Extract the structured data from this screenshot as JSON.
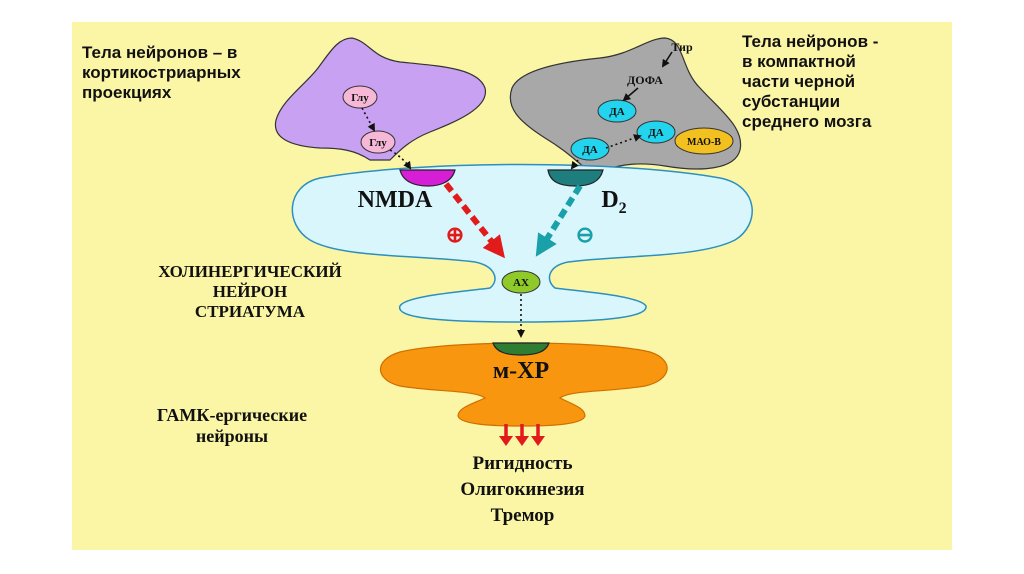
{
  "labels": {
    "cortico_line1": "Тела нейронов – в",
    "cortico_line2": "кортикостриарных",
    "cortico_line3": "проекциях",
    "nigra_line1": "Тела нейронов -",
    "nigra_line2": "в компактной",
    "nigra_line3": "части черной",
    "nigra_line4": "субстанции",
    "nigra_line5": "среднего мозга",
    "cholinergic_line1": "ХОЛИНЕРГИЧЕСКИЙ",
    "cholinergic_line2": "НЕЙРОН",
    "cholinergic_line3": "СТРИАТУМА",
    "gaba_line1": "ГАМК-ергические",
    "gaba_line2": "нейроны",
    "effect_1": "Ригидность",
    "effect_2": "Олигокинезия",
    "effect_3": "Тремор"
  },
  "molecules": {
    "glu_top": "Глу",
    "glu_bottom": "Глу",
    "tir": "Тир",
    "dofa": "ДОФА",
    "da_1": "ДА",
    "da_2": "ДА",
    "da_3": "ДА",
    "mao": "МАО-В",
    "ach": "АХ"
  },
  "receptors": {
    "nmda": "NMDA",
    "d2": "D",
    "d2_sub": "2",
    "mxr": "м-ХР"
  },
  "signs": {
    "plus": "⊕",
    "minus": "⊖"
  },
  "colors": {
    "background": "#fbf6a6",
    "cortical_neuron": "#c9a1f2",
    "nigral_neuron": "#a8a8a8",
    "cholinergic_neuron": "#d9f6fd",
    "gaba_neuron": "#f9960f",
    "glu_vesicle": "#f6b8d6",
    "da_vesicle": "#22d4ee",
    "mao": "#f2c01f",
    "ach": "#8fc92a",
    "nmda_receptor": "#d61ed6",
    "d2_receptor": "#1e7e7e",
    "mxr_receptor": "#2e7d32",
    "excitatory_arrow": "#e11a1a",
    "inhibitory_arrow": "#1aa0a8"
  }
}
